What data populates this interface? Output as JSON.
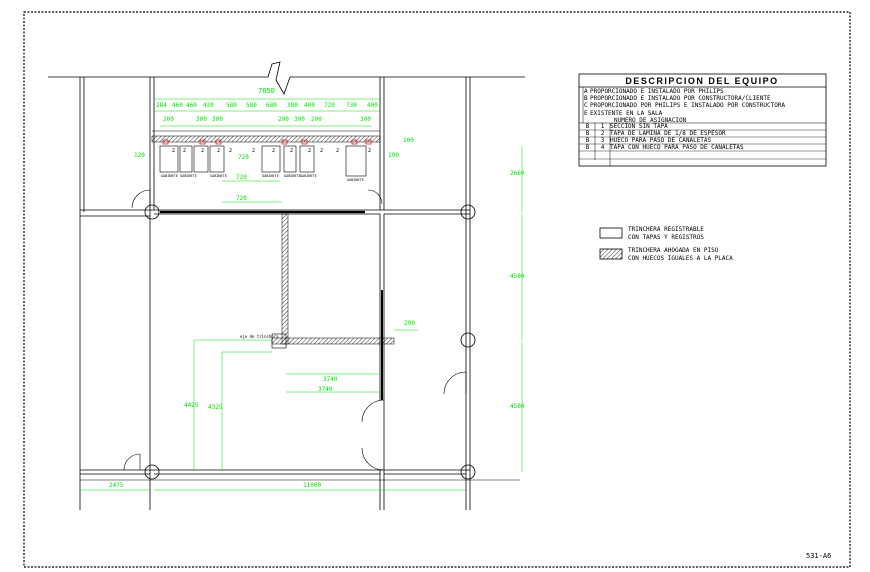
{
  "sheet": {
    "id": "531-A6"
  },
  "legend_table": {
    "title": "DESCRIPCION DEL EQUIPO",
    "codes": [
      {
        "code": "A",
        "text": "PROPORCIONADO E INSTALADO POR PHILIPS"
      },
      {
        "code": "B",
        "text": "PROPORCIONADO E INSTALADO POR CONSTRUCTORA/CLIENTE"
      },
      {
        "code": "C",
        "text": "PROPORCIONADO POR PHILIPS E INSTALADO POR CONSTRUCTORA"
      },
      {
        "code": "E",
        "text": "EXISTENTE EN LA SALA"
      }
    ],
    "assignment_label": "NUMERO DE ASIGNACION",
    "rows": [
      {
        "letter": "B",
        "num": "1",
        "text": "SECCION SIN TAPA"
      },
      {
        "letter": "B",
        "num": "2",
        "text": "TAPA DE LAMINA DE 1/8 DE ESPESOR"
      },
      {
        "letter": "B",
        "num": "3",
        "text": "HUECO PARA PASO DE CANALETAS"
      },
      {
        "letter": "B",
        "num": "4",
        "text": "TAPA CON HUECO PARA PASO DE CANALETAS"
      }
    ]
  },
  "trench_legend": {
    "registrable": [
      "TRINCHERA REGISTRABLE",
      "CON TAPAS Y REGISTROS"
    ],
    "flooded": [
      "TRINCHERA AHOGADA EN PISO",
      "CON HUECOS IGUALES A LA PLACA"
    ]
  },
  "dimensions": {
    "total_top": "7850",
    "top_row": [
      "284",
      "460",
      "460",
      "420",
      "580",
      "580",
      "680",
      "380",
      "400",
      "720",
      "730",
      "400"
    ],
    "second_row": [
      "200",
      "300",
      "300",
      "200",
      "300",
      "200",
      "300"
    ],
    "left_120": "120",
    "right_100": "100",
    "right_190": "190",
    "d720_a": "720",
    "d720_b": "720",
    "d720_c": "720",
    "right_2660": "2660",
    "right_4500_a": "4500",
    "right_4500_b": "4500",
    "d290": "290",
    "d3740_a": "3740",
    "d3740_b": "3740",
    "left_4425": "4425",
    "left_4325": "4325",
    "bottom_2475": "2475",
    "bottom_11000": "11000"
  },
  "labels": {
    "axis_note": "eje de trinchera"
  },
  "equipment_labels": [
    "GABINETE",
    "GABINETE",
    "GABINETE",
    "GABINETE",
    "GABINETE",
    "GABINETE",
    "GABINETE"
  ],
  "equipment_numbers": [
    "2",
    "2",
    "2",
    "2",
    "2",
    "2",
    "2",
    "2",
    "2",
    "2",
    "2",
    "2"
  ]
}
